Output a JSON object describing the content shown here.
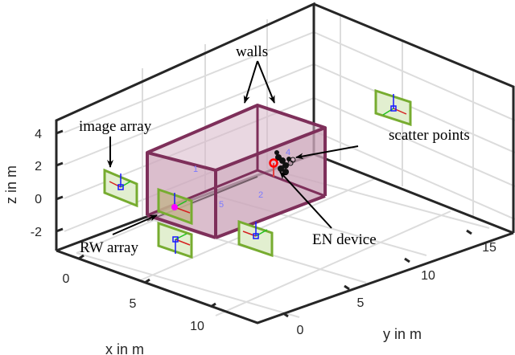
{
  "chart_data": {
    "type": "scatter3d",
    "title": "",
    "xlabel": "x in m",
    "ylabel": "y in m",
    "zlabel": "z in m",
    "xlim": [
      -2,
      13
    ],
    "ylim": [
      -1,
      18
    ],
    "zlim": [
      -3,
      5
    ],
    "xticks": [
      0,
      5,
      10
    ],
    "yticks": [
      0,
      5,
      10,
      15
    ],
    "zticks": [
      -2,
      0,
      2,
      4
    ],
    "grid": true,
    "annotations": [
      "walls",
      "image array",
      "scatter points",
      "RW array",
      "EN device"
    ],
    "wall_labels": [
      "1",
      "2",
      "4",
      "5"
    ],
    "objects": [
      {
        "name": "room walls",
        "kind": "box",
        "color": "#7e2f5a"
      },
      {
        "name": "RW array",
        "kind": "antenna array",
        "color": "#77ac30"
      },
      {
        "name": "image arrays",
        "kind": "antenna array",
        "count": 4,
        "color": "#77ac30"
      },
      {
        "name": "EN device",
        "kind": "point",
        "color": "#ff0000"
      },
      {
        "name": "scatter points",
        "kind": "point cloud",
        "color": "#000000"
      }
    ]
  },
  "axes": {
    "z_ticks": [
      "4",
      "2",
      "0",
      "-2"
    ],
    "x_ticks": [
      "0",
      "5",
      "10"
    ],
    "y_ticks": [
      "0",
      "5",
      "10",
      "15"
    ],
    "xlabel": "x in m",
    "ylabel": "y in m",
    "zlabel": "z in m"
  },
  "annotations": {
    "walls": "walls",
    "image_array": "image array",
    "scatter_points": "scatter points",
    "rw_array": "RW array",
    "en_device": "EN device"
  },
  "wall_numbers": {
    "w1": "1",
    "w2": "2",
    "w4": "4",
    "w5": "5"
  },
  "axis_glyphs": {
    "x": "x",
    "y": "y",
    "z": "z"
  },
  "colors": {
    "wall": "#7e2f5a",
    "wall_fill": "#c9a0b6",
    "array_edge": "#77ac30",
    "array_fill": "#e2efd0",
    "grid": "#d9d9d9",
    "axis": "#262626",
    "en_device": "#ff0000",
    "rw_center": "#ff00ff"
  }
}
